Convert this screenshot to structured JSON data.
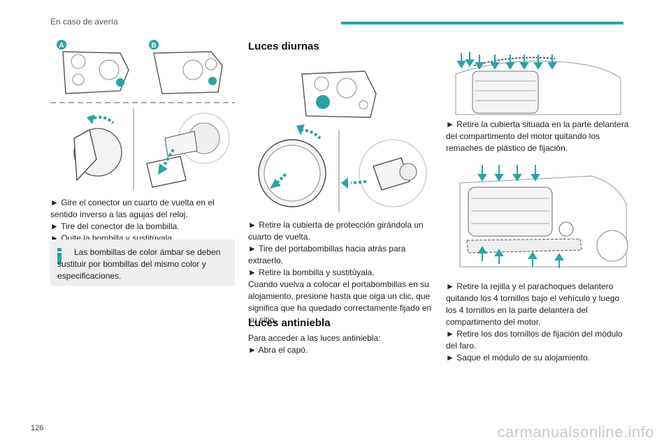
{
  "header": {
    "section": "En caso de avería",
    "accent": "#2aa3a6"
  },
  "page_number": "126",
  "footer": {
    "watermark": "carmanualsonline.info"
  },
  "left": {
    "label_a": "A",
    "label_b": "B",
    "steps": [
      "► Gire el conector un cuarto de vuelta en el sentido inverso a las agujas del reloj.",
      "► Tire del conector de la bombilla.",
      "► Quite la bombilla y sustitúyala."
    ],
    "info": "Las bombillas de color ámbar se deben sustituir por bombillas del mismo color y especificaciones."
  },
  "middle": {
    "title": "Luces diurnas",
    "steps": [
      "► Retire la cubierta de protección girándola un cuarto de vuelta.",
      "► Tire del portabombillas hacia atrás para extraerlo.",
      "► Retire la bombilla y sustitúyala.",
      "Cuando vuelva a colocar el portabombillas en su alojamiento, presione hasta que oiga un clic, que significa que ha quedado correctamente fijado en su sitio."
    ],
    "title2": "Luces antiniebla",
    "intro2": "Para acceder a las luces antiniebla:",
    "step2": "► Abra el capó."
  },
  "right": {
    "step1": "► Retire la cubierta situada en la parte delantera del compartimento del motor quitando los remaches de plástico de fijación.",
    "steps": [
      "► Retire la rejilla y el parachoques delantero quitando los 4 tornillos bajo el vehículo y luego los 4 tornillos en la parte delantera del compartimento del motor.",
      "► Retire los dos tornillos de fijación del módulo del faro.",
      "► Saque el módulo de su alojamiento."
    ]
  },
  "icons": [
    "headlamp-a-icon",
    "headlamp-b-icon",
    "rotate-arrow-icon",
    "info-icon",
    "arrow-down-icon"
  ]
}
